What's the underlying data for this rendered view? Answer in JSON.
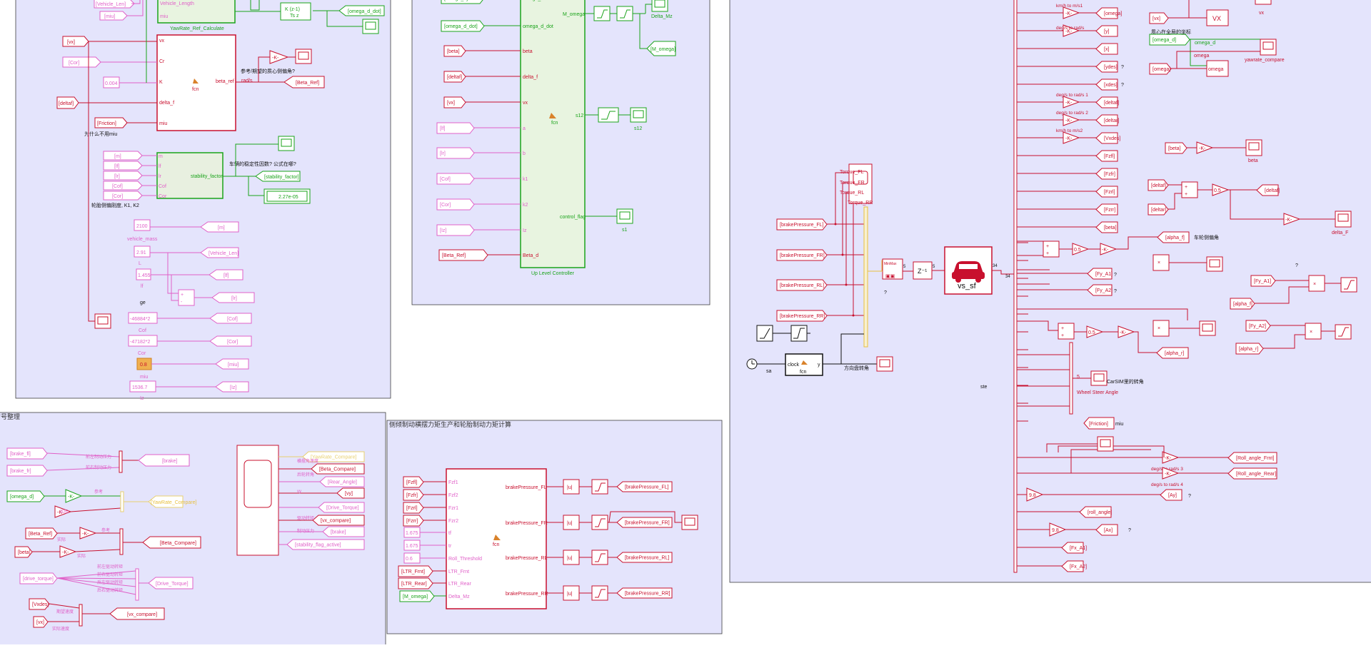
{
  "colors": {
    "background": "#ffffff",
    "subsystem_fill": "#e4e4fc",
    "red": "#c8102e",
    "pink": "#e060c8",
    "green": "#1aa31a",
    "orange": "#f0b050",
    "yellow_tag": "#e8d070",
    "black": "#000000",
    "wire_red": "#c8102e"
  },
  "left_panel": {
    "top_labels": [
      "[Vehicle_Len]",
      "[miu]",
      "Vehicle_Length",
      "miu",
      "YawRate_Ref_Calculate",
      "K (z-1)",
      "Ts z",
      "[omega_d_dot]"
    ],
    "vx": "[vx]",
    "cor": "[Cor]",
    "gain": "0.004",
    "deltaf": "[deltaf]",
    "friction": "[Friction]",
    "question_miu": "为什么不用miu",
    "fcn_ports_left": [
      "vx",
      "Cr",
      "K",
      "delta_f",
      "miu"
    ],
    "fcn_port_out": "beta_ref",
    "rad_s": "rad/s",
    "beta_note": "参考/期望的质心侧偏角?",
    "beta_ref": "[Beta_Ref]",
    "fcn": "fcn",
    "gain_k": "-K-",
    "stab_inputs": [
      "[m]",
      "[lf]",
      "[lr]",
      "[Cof]",
      "[Cor]"
    ],
    "stab_ports": [
      "m",
      "lf",
      "lr",
      "Cof",
      "Cor"
    ],
    "stab_note": "车辆的稳定性因数? 公式在哪?",
    "stab_out": "stability_factor",
    "stab_goto": "[stability_factor]",
    "stab_display": "2.27e-05",
    "tire_note": "轮胎侧偏刚度, K1, K2",
    "consts": [
      {
        "val": "2100",
        "label": "vehicle_mass",
        "goto": "[m]"
      },
      {
        "val": "2.91",
        "label": "L",
        "goto": "[Vehicle_Len]"
      },
      {
        "val": "1.455",
        "label": "lf",
        "goto": "[lf]"
      },
      {
        "val": "-46884*2",
        "label": "Cof",
        "goto": "[Cof]"
      },
      {
        "val": "-47182*2",
        "label": "Cor",
        "goto": "[Cor]"
      },
      {
        "val": "0.8",
        "label": "miu",
        "goto": "[miu]"
      },
      {
        "val": "1536.7",
        "label": "Iz",
        "goto": "[Iz]"
      }
    ],
    "lr_goto": "[lr]",
    "ge": "ge"
  },
  "upper_controller": {
    "inputs": [
      "[omega_d]",
      "[omega_d_dot]",
      "[beta]",
      "[deltaf]",
      "[vx]",
      "[lf]",
      "[lr]",
      "[Cof]",
      "[Cor]",
      "[Iz]",
      "[Beta_Ref]"
    ],
    "ports_in": [
      "omega_d",
      "omega_d_dot",
      "beta",
      "delta_f",
      "vx",
      "a",
      "b",
      "k1",
      "k2",
      "Iz",
      "Beta_d"
    ],
    "ports_out": [
      "M_omega",
      "s12",
      "control_flag"
    ],
    "title": "Up Level Controller",
    "outputs": [
      "Delta_Mz",
      "[M_omega]",
      "s12",
      "s1"
    ],
    "fcn": "fcn"
  },
  "signal_panel": {
    "title": "信号整理",
    "left_inputs": [
      "[brake_fl]",
      "[brake_fr]",
      "[omega_d]",
      "[Beta_Ref]",
      "[beta]",
      "[drive_torque]",
      "[Vxdes]",
      "[vx]"
    ],
    "small_labels": [
      "前左制动压力",
      "前右制动压力",
      "参考",
      "实际",
      "参考",
      "实际",
      "实际",
      "期望速度",
      "实际速度",
      "前左驱动转矩",
      "前右驱动转矩",
      "后左驱动转矩",
      "后右驱动转矩"
    ],
    "gotos": [
      "[brake]",
      "[YawRate_Compare]",
      "[Beta_Compare]",
      "[Drive_Torque]",
      "[vx_compare]"
    ],
    "scope_inputs": [
      "[YawRate_Compare]",
      "[Beta_Compare]",
      "[Rear_Angle]",
      "[vy]",
      "[Drive_Torque]",
      "[vx_compare]",
      "[brake]",
      "[stability_flag_active]"
    ],
    "scope_labels": [
      "横摆角速度",
      "后轮转角",
      "vy",
      "驱动转矩",
      "制动压力"
    ],
    "gain_k": "-K-"
  },
  "brake_panel": {
    "title": "侧倾制动横摆力矩生产和轮胎制动力矩计算",
    "inputs": [
      "[Fzfl]",
      "[Fzfr]",
      "[Fzrl]",
      "[Fzrr]",
      "1.675",
      "1.675",
      "0.6",
      "[LTR_Frnt]",
      "[LTR_Rear]",
      "[M_omega]"
    ],
    "ports_in": [
      "Fzf1",
      "Fzf2",
      "Fzr1",
      "Fzr2",
      "tf",
      "tr",
      "Roll_Threshold",
      "LTR_Frnt",
      "LTR_Rear",
      "Delta_Mz"
    ],
    "ports_out": [
      "brakePressure_FL",
      "brakePressure_FR",
      "brakePressure_RL",
      "brakePressure_RR"
    ],
    "abs": "|u|",
    "outputs": [
      "[brakePressure_FL]",
      "[brakePressure_FR]",
      "[brakePressure_RL]",
      "[brakePressure_RR]"
    ],
    "fcn": "fcn"
  },
  "vehicle_panel": {
    "brake_inputs": [
      "[brakePressure_FL]",
      "[brakePressure_FR]",
      "[brakePressure_RL]",
      "[brakePressure_RR]"
    ],
    "torque_labels": [
      "Torque_FL",
      "Torque_FR",
      "Torque_RL",
      "Torque_RR"
    ],
    "vs_block": "vs_sf",
    "clock": "clock",
    "sa": "sa",
    "fcn": "fcn",
    "y": "y",
    "steer_note": "方向盘转角",
    "ste": "ste",
    "zdelay": "Z⁻¹",
    "mux_dims": [
      "34",
      "5",
      "5",
      "34",
      "34"
    ],
    "q": "?",
    "wheel_steer": "Wheel Steer Angle",
    "carsim_note": "CarSIM里的转角",
    "friction": "[Friction]",
    "miu": "miu",
    "bus_outputs": [
      {
        "label": "km/h to m/s1",
        "goto": "[omega]"
      },
      {
        "label": "deg/s to rad/s",
        "goto": "[y]"
      },
      {
        "label": "",
        "goto": "[x]"
      },
      {
        "label": "",
        "goto": "[ydes]"
      },
      {
        "label": "",
        "goto": "[xdes]"
      },
      {
        "label": "deg/s to rad/s 1",
        "goto": "[deltaf]"
      },
      {
        "label": "deg/s to rad/s 2",
        "goto": "[deltar]"
      },
      {
        "label": "km/h to m/s2",
        "goto": "[Vxdes]"
      },
      {
        "label": "",
        "goto": "[Fzfl]"
      },
      {
        "label": "",
        "goto": "[Fzfr]"
      },
      {
        "label": "",
        "goto": "[Fzrl]"
      },
      {
        "label": "",
        "goto": "[Fzrr]"
      },
      {
        "label": "",
        "goto": "[beta]"
      }
    ],
    "y_note": "质心在全局的坐标",
    "fy_gotos": [
      "[Fy_A1]",
      "[Fy_A2]"
    ],
    "alpha_gotos": [
      "[alpha_f]",
      "[alpha_r]"
    ],
    "alpha_note": "车轮侧偏角",
    "consts": [
      "0.5",
      "0.5"
    ],
    "bottom_gotos": [
      "[Roll_angle_Frnt]",
      "[Roll_angle_Rear]",
      "[Ay]",
      "[roll_angle]",
      "[Ax]",
      "[Fx_A1]",
      "[Fx_A2]"
    ],
    "bottom_labels": [
      "deg/s to rad/s 3",
      "deg/s to rad/s 4"
    ],
    "gain_98": "9.8",
    "right_blocks": [
      "[vx]",
      "VX",
      "vx",
      "[omega_d]",
      "omega_d",
      "[omega]",
      "omega",
      "yawrate_compare",
      "[beta]",
      "beta",
      "[deltaf]",
      "[deltaf]",
      "[deltar]",
      "delta_F",
      "[Fy_A1]",
      "[alpha_f]",
      "[Fy_A2]",
      "[alpha_r]"
    ],
    "gain_k": "-K-"
  }
}
